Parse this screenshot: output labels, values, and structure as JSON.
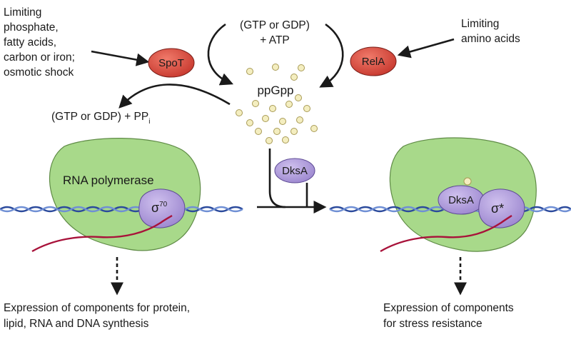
{
  "stress_left": {
    "lines": [
      "Limiting",
      "phosphate,",
      "fatty acids,",
      "carbon or iron;",
      "osmotic shock"
    ]
  },
  "stress_right": {
    "lines": [
      "Limiting",
      "amino acids"
    ]
  },
  "enzymes": {
    "spot": "SpoT",
    "rela": "RelA",
    "dksa": "DksA"
  },
  "substrates": {
    "line1": "(GTP or GDP)",
    "line2": "+ ATP"
  },
  "hydrolysis": {
    "text": "(GTP or GDP) + PP",
    "subscript": "i"
  },
  "alarmone": "ppGpp",
  "polymerase": {
    "label": "RNA polymerase",
    "sigma_left": "σ",
    "sigma_left_sup": "70",
    "sigma_right": "σ*"
  },
  "outcomes": {
    "left": [
      "Expression of components for protein,",
      "lipid, RNA and DNA synthesis"
    ],
    "right": [
      "Expression of components",
      "for stress resistance"
    ]
  },
  "colors": {
    "enzyme_red": "#d9473b",
    "polymerase_green": "#a8d98a",
    "sigma_purple": "#b6a3dc",
    "dna_blue": "#2b4a9c",
    "rna_crimson": "#a8123a",
    "ppgpp_dot": "#f4eec0"
  }
}
